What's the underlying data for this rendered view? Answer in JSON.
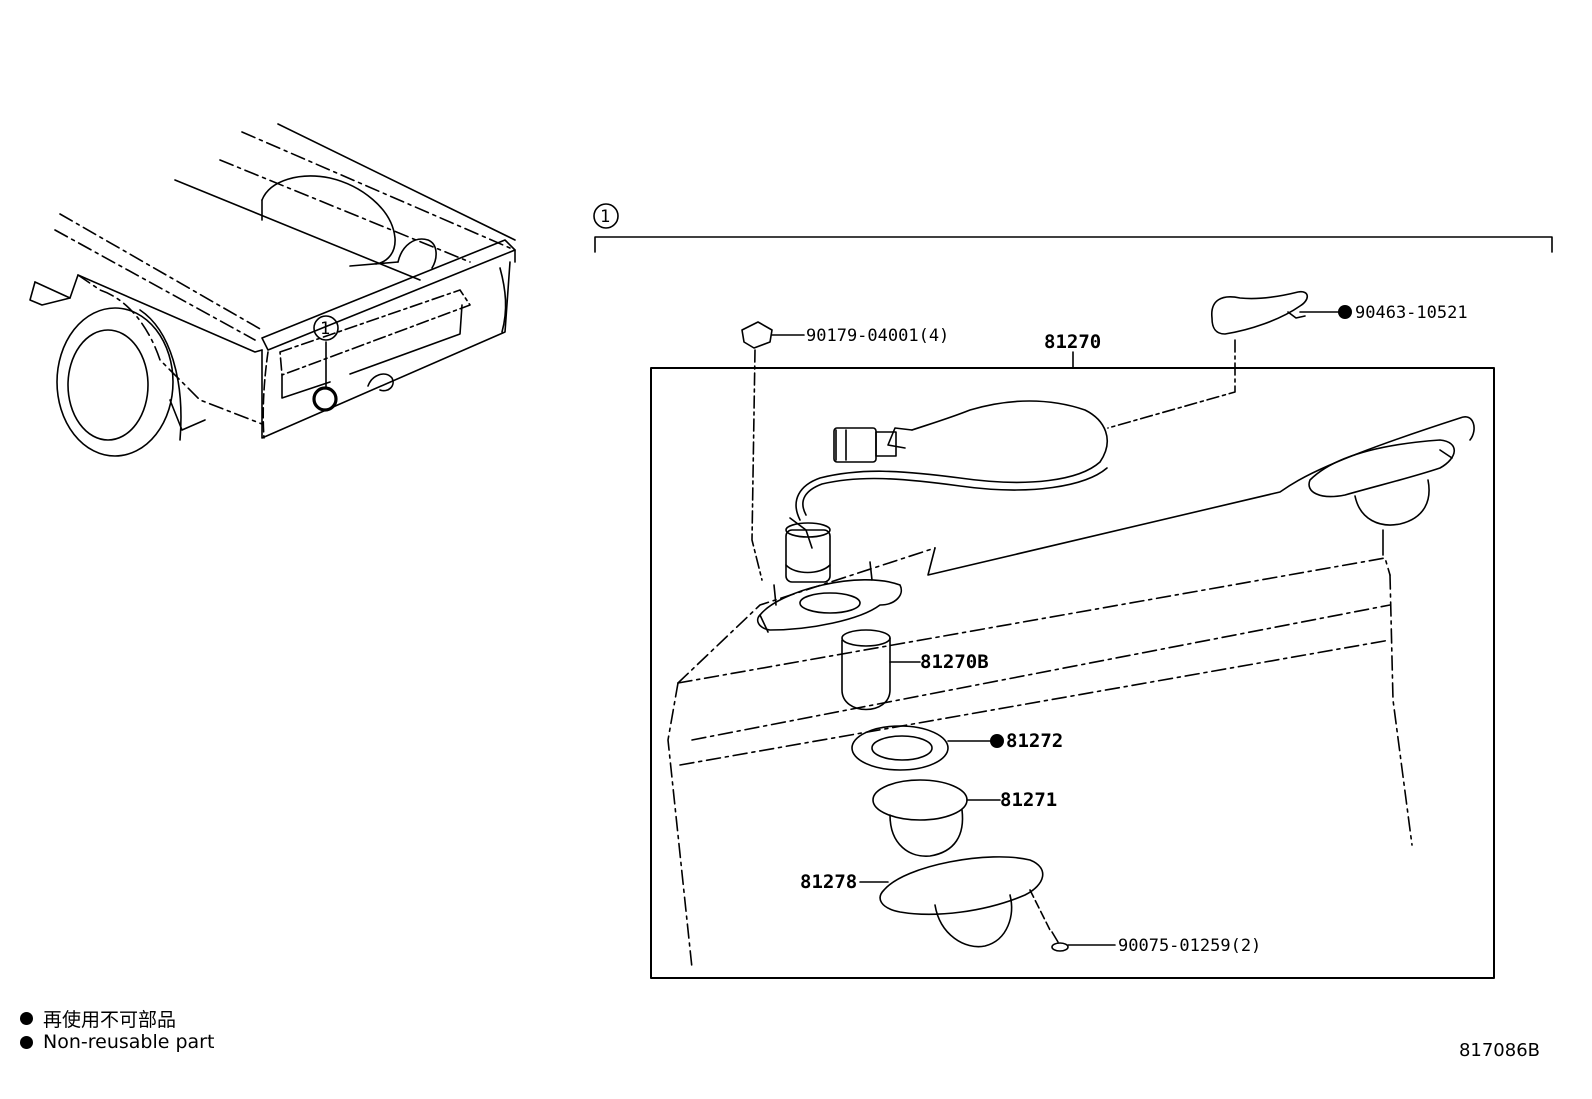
{
  "callout": "1",
  "parts": {
    "p90179": "90179-04001(4)",
    "p90463": "90463-10521",
    "p81270": "81270",
    "p81270B": "81270B",
    "p81272": "81272",
    "p81271": "81271",
    "p81278": "81278",
    "p90075": "90075-01259(2)"
  },
  "legend": {
    "jp": "再使用不可部品",
    "en": "Non-reusable part"
  },
  "drawing_id": "817086B"
}
